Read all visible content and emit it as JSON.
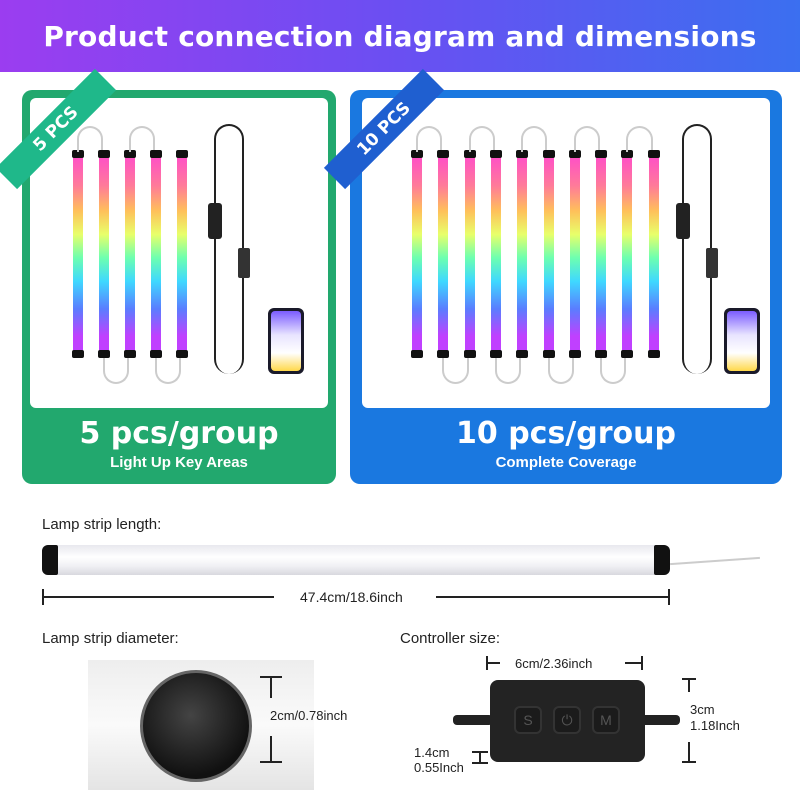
{
  "header": {
    "title": "Product connection diagram and dimensions"
  },
  "colors": {
    "green": "#22a86e",
    "blue": "#1a78e0",
    "header_start": "#9b3df0",
    "header_end": "#3b6ff0"
  },
  "cards": [
    {
      "badge": "5 PCS",
      "title": "5 pcs/group",
      "subtitle": "Light Up Key Areas",
      "tube_count": 5
    },
    {
      "badge": "10 PCS",
      "title": "10 pcs/group",
      "subtitle": "Complete Coverage",
      "tube_count": 10
    }
  ],
  "length": {
    "label": "Lamp strip length:",
    "value": "47.4cm/18.6inch"
  },
  "diameter": {
    "label": "Lamp strip diameter:",
    "value": "2cm/0.78inch"
  },
  "controller": {
    "label": "Controller size:",
    "width": "6cm/2.36inch",
    "height_cm": "3cm",
    "height_in": "1.18Inch",
    "depth_cm": "1.4cm",
    "depth_in": "0.55Inch"
  }
}
